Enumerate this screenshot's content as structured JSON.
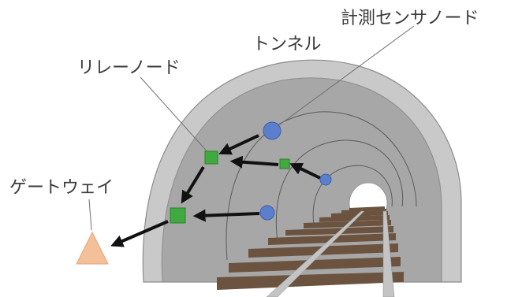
{
  "labels": {
    "sensor_node": "計測センサノード",
    "tunnel": "トンネル",
    "relay_node": "リレーノード",
    "gateway": "ゲートウェイ"
  },
  "colors": {
    "tunnel_outer": "#c9c9c9",
    "tunnel_inner": "#a7a7a7",
    "tunnel_edge": "#8c8c8c",
    "sensor_node": "#5b7fcc",
    "relay_node": "#3faa3f",
    "gateway": "#f4c09a",
    "arrow": "#111111",
    "rail": "#c4c4c4",
    "sleeper": "#6b5340"
  }
}
